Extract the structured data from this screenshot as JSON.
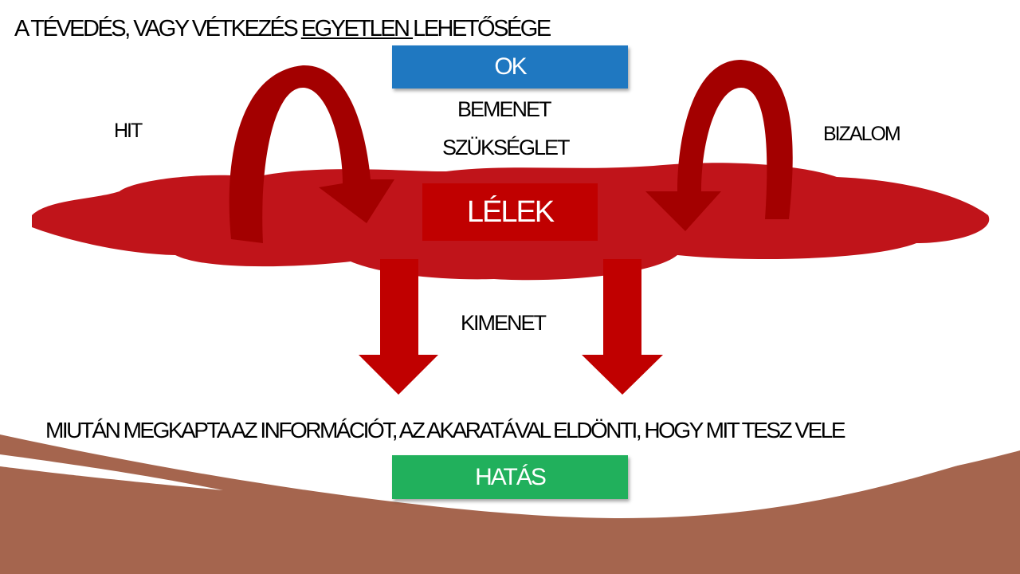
{
  "title": {
    "pre": "A TÉVEDÉS, VAGY  VÉTKEZÉS ",
    "underlined": "EGYETLEN ",
    "post": " LEHETŐSÉGE"
  },
  "ok_box": {
    "label": "OK",
    "color": "#1f78c1"
  },
  "input_label": {
    "line1": "BEMENET",
    "line2": "SZÜKSÉGLET"
  },
  "left_label": "HIT",
  "right_label": "BIZALOM",
  "center_box": {
    "label": "LÉLEK",
    "color": "#c00000"
  },
  "output_label": "KIMENET",
  "bottom_text": "MIUTÁN MEGKAPTA  AZ INFORMÁCIÓT, AZ AKARATÁVAL ELDÖNTI, HOGY MIT  TESZ  VELE",
  "effect_box": {
    "label": "HATÁS",
    "color": "#21b05c"
  },
  "colors": {
    "blob": "#c0141a",
    "arrow": "#c00000",
    "arrow_dark": "#8b0000",
    "footer": "#a5654e"
  }
}
